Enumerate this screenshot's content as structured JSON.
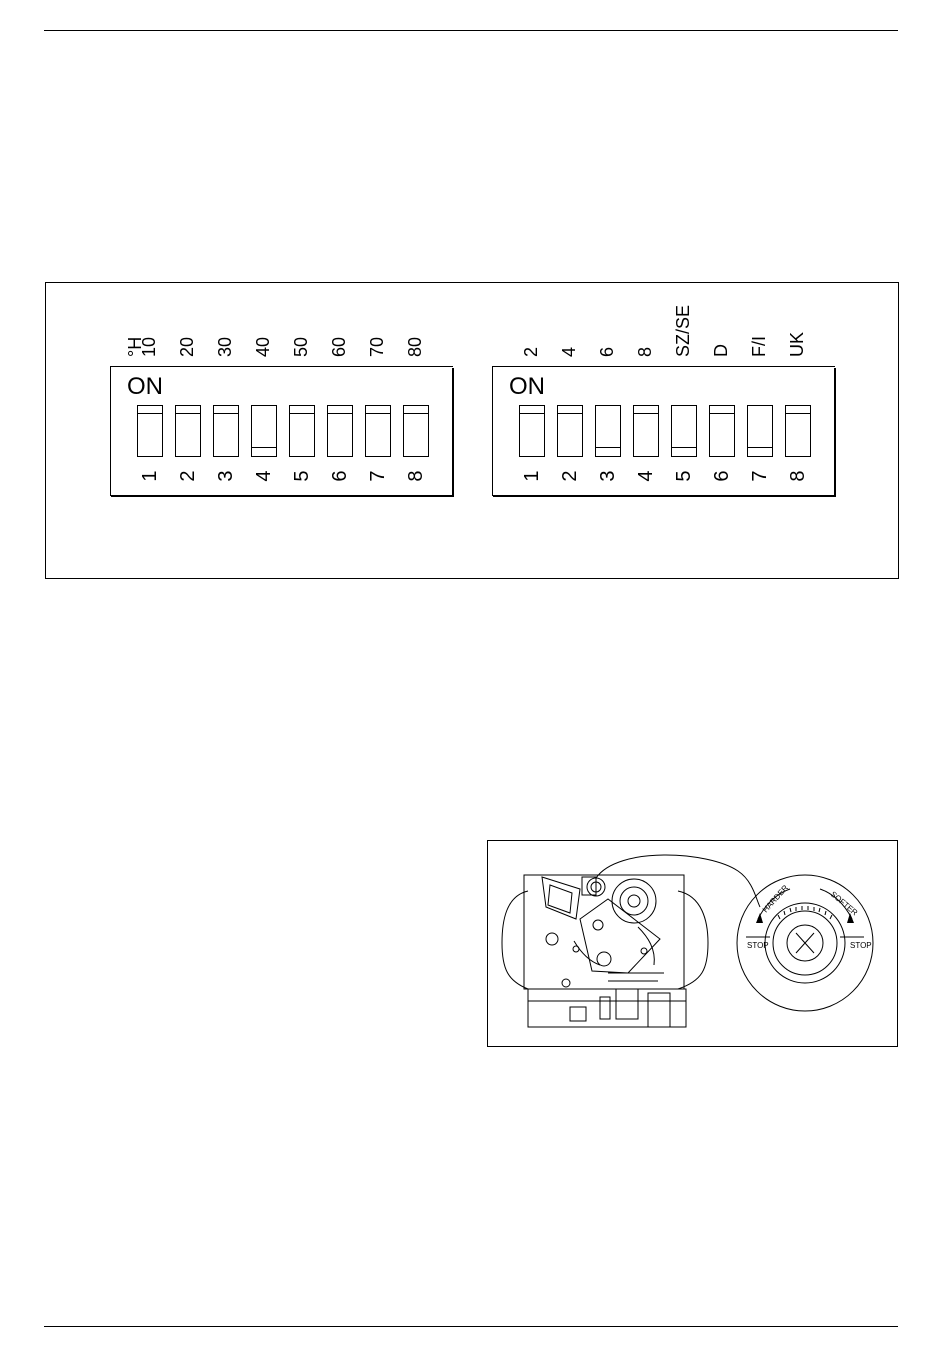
{
  "dip_left": {
    "on_label": "ON",
    "unit_label": "°H",
    "top_labels": [
      "10",
      "20",
      "30",
      "40",
      "50",
      "60",
      "70",
      "80"
    ],
    "numbers": [
      "1",
      "2",
      "3",
      "4",
      "5",
      "6",
      "7",
      "8"
    ],
    "switch_states": [
      "off",
      "off",
      "off",
      "on",
      "off",
      "off",
      "off",
      "off"
    ]
  },
  "dip_right": {
    "on_label": "ON",
    "top_labels": [
      "2",
      "4",
      "6",
      "8",
      "SZ/SE",
      "D",
      "F/I",
      "UK"
    ],
    "numbers": [
      "1",
      "2",
      "3",
      "4",
      "5",
      "6",
      "7",
      "8"
    ],
    "switch_states": [
      "off",
      "off",
      "on",
      "off",
      "on",
      "off",
      "on",
      "off"
    ]
  },
  "valve_dial": {
    "harder_label": "HARDER",
    "softer_label": "SOFTER",
    "stop_left_label": "STOP",
    "stop_right_label": "STOP"
  }
}
